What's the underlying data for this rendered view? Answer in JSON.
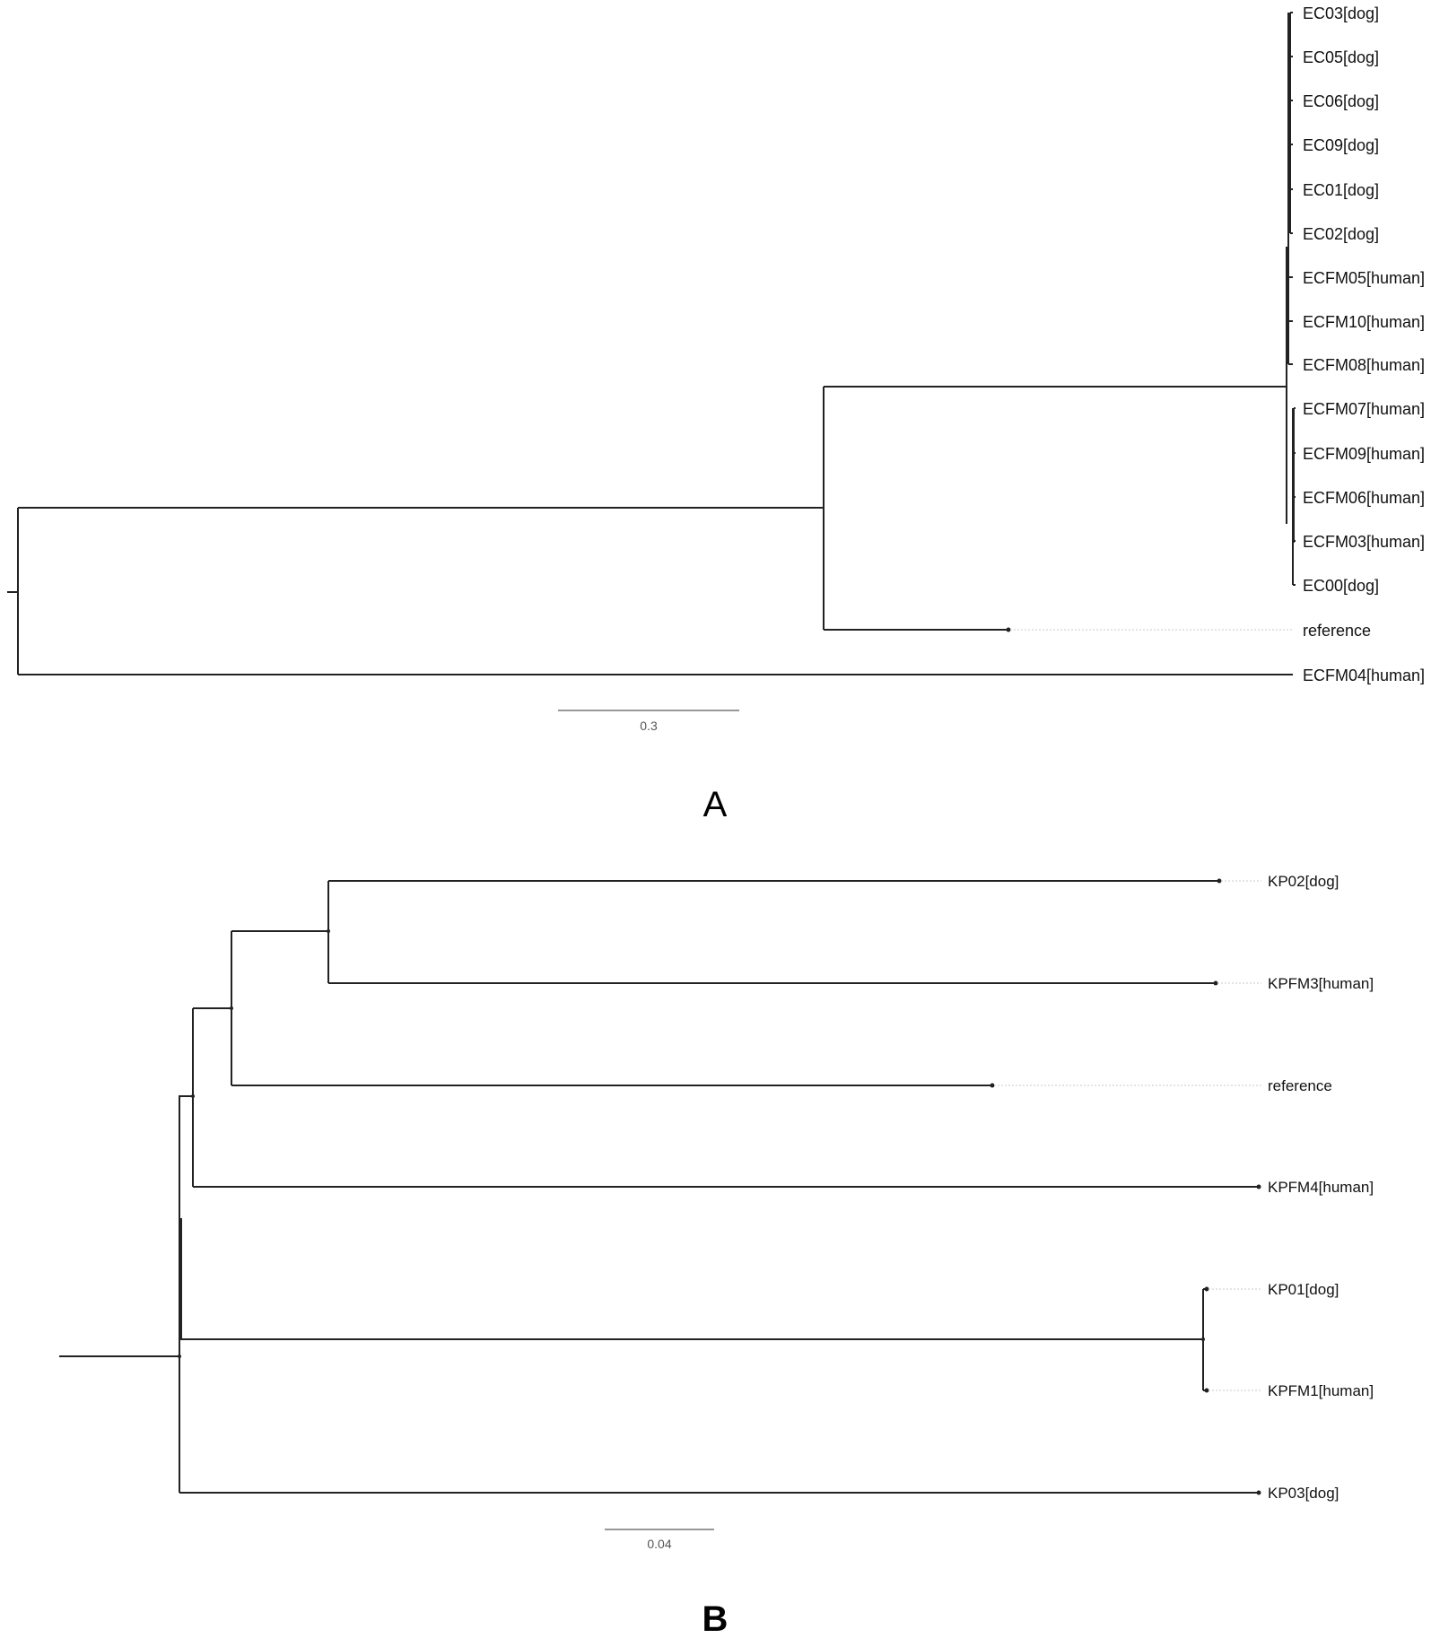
{
  "panels": [
    {
      "label": "A",
      "scale_value": "0.3",
      "leaves": [
        "EC03[dog]",
        "EC05[dog]",
        "EC06[dog]",
        "EC09[dog]",
        "EC01[dog]",
        "EC02[dog]",
        "ECFM05[human]",
        "ECFM10[human]",
        "ECFM08[human]",
        "ECFM07[human]",
        "ECFM09[human]",
        "ECFM06[human]",
        "ECFM03[human]",
        "EC00[dog]",
        "reference",
        "ECFM04[human]"
      ]
    },
    {
      "label": "B",
      "scale_value": "0.04",
      "leaves": [
        "KP02[dog]",
        "KPFM3[human]",
        "reference",
        "KPFM4[human]",
        "KP01[dog]",
        "KPFM1[human]",
        "KP03[dog]"
      ]
    }
  ]
}
